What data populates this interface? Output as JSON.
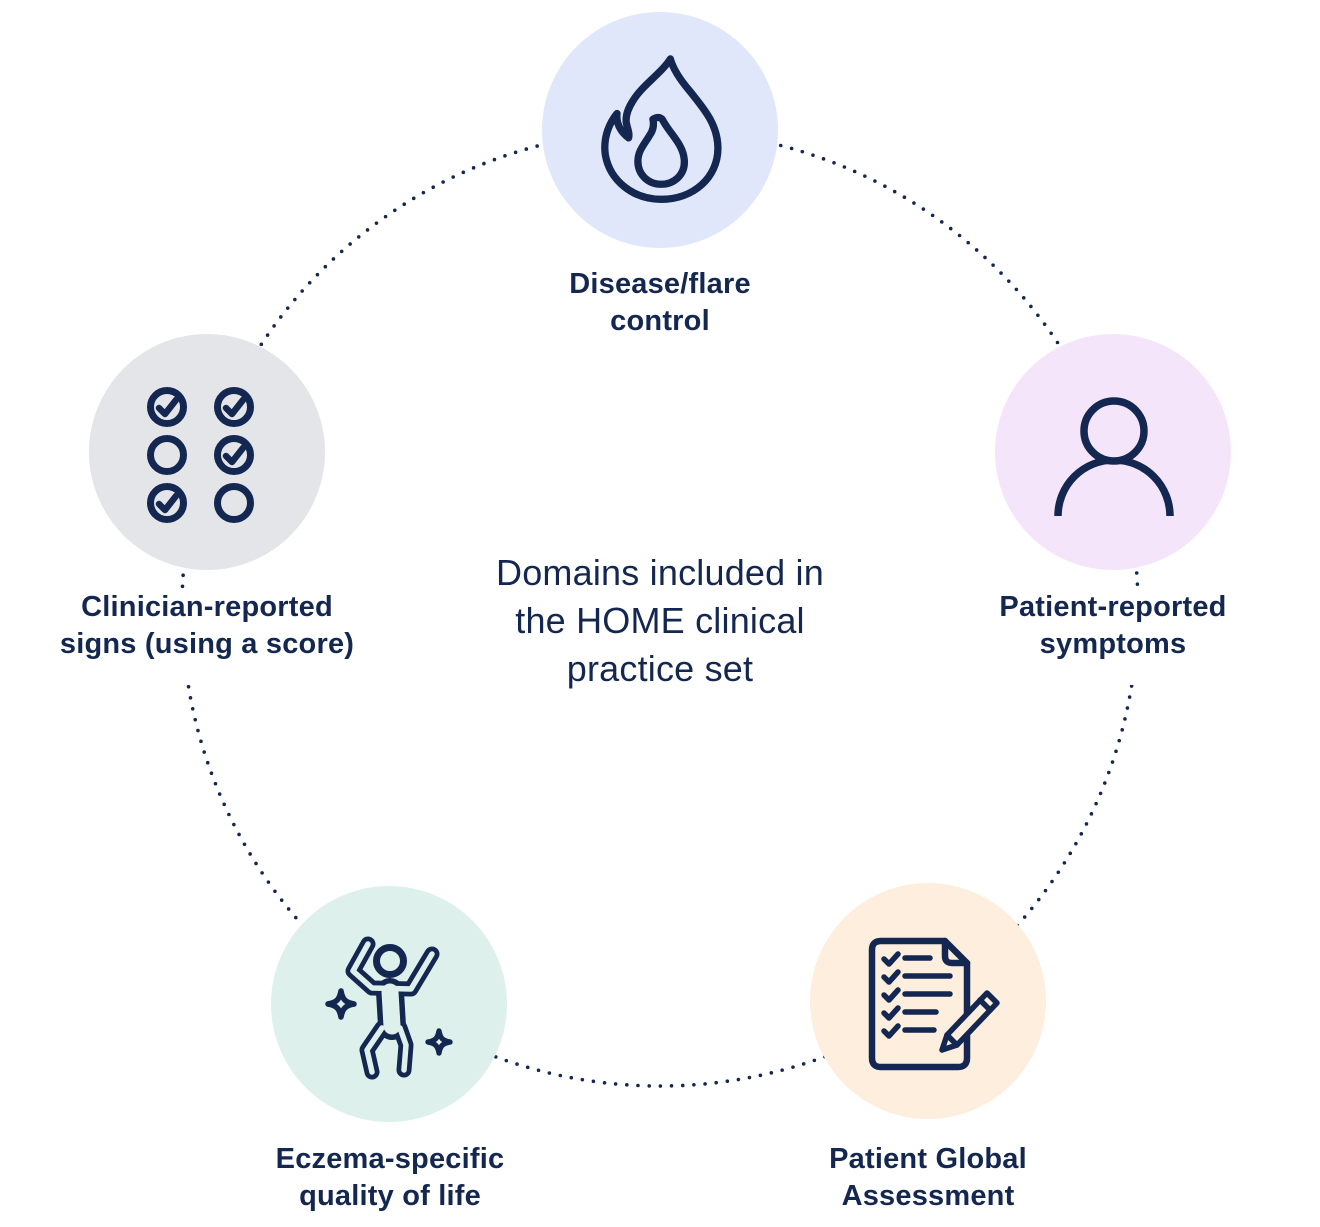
{
  "title": {
    "text": "Domains included in\nthe HOME clinical\npractice set"
  },
  "nodes": [
    {
      "id": "disease-flare-control",
      "label": "Disease/flare\ncontrol",
      "icon": "flame-icon",
      "color": "#e0e7fa"
    },
    {
      "id": "clinician-reported-signs",
      "label": "Clinician-reported\nsigns (using a score)",
      "icon": "checklist-circles-icon",
      "color": "#e4e5e9"
    },
    {
      "id": "patient-reported-symptoms",
      "label": "Patient-reported\nsymptoms",
      "icon": "person-icon",
      "color": "#f5e5fa"
    },
    {
      "id": "eczema-quality-of-life",
      "label": "Eczema-specific\nquality of life",
      "icon": "dancing-person-icon",
      "color": "#ddf0eb"
    },
    {
      "id": "patient-global-assessment",
      "label": "Patient Global\nAssessment",
      "icon": "checklist-pencil-icon",
      "color": "#fdeedd"
    }
  ],
  "connector": {
    "style": "dotted-circle"
  },
  "colors": {
    "ink": "#132750",
    "background": "#ffffff"
  }
}
